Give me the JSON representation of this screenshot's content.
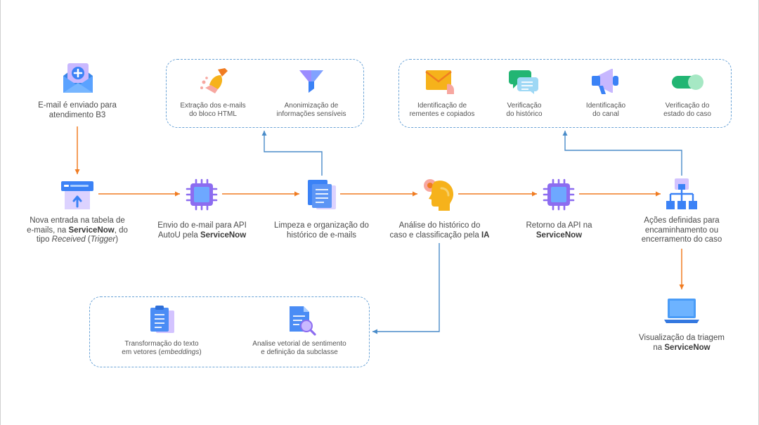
{
  "colors": {
    "arrow_main": "#f07c22",
    "arrow_feedback": "#4a8cc9",
    "group_border": "#6aa3d6",
    "chip_purple": "#8c6cf0",
    "icon_blue": "#3b82f6",
    "text": "#4b4b4b"
  },
  "nodes": {
    "email_sent": {
      "icon": "email-plus-icon",
      "lines": [
        "E-mail é enviado para",
        "atendimento B3"
      ]
    },
    "new_entry": {
      "icon": "browser-upload-icon",
      "line1": "Nova entrada na tabela de",
      "line2_pre": "e-mails, na ",
      "line2_bold": "ServiceNow",
      "line2_post": ", do",
      "line3_pre": "tipo ",
      "line3_italic1": "Received",
      "line3_mid": " (",
      "line3_italic2": "Trigger",
      "line3_post": ")"
    },
    "send_api": {
      "icon": "chip-icon",
      "line1": "Envio do e-mail para API",
      "line2_pre": "AutoU pela ",
      "line2_bold": "ServiceNow"
    },
    "cleaning": {
      "icon": "documents-icon",
      "lines": [
        "Limpeza e organização do",
        "histórico de e-mails"
      ]
    },
    "analysis": {
      "icon": "ai-head-icon",
      "line1": "Análise do histórico do",
      "line2_pre": "caso e classificação pela ",
      "line2_bold": "IA"
    },
    "api_return": {
      "icon": "chip-icon",
      "line1": "Retorno da API na",
      "line2_bold": "ServiceNow"
    },
    "actions": {
      "icon": "hierarchy-icon",
      "lines": [
        "Ações definidas para",
        "encaminhamento ou",
        "encerramento do caso"
      ]
    },
    "visualization": {
      "icon": "laptop-icon",
      "line1": "Visualização da triagem",
      "line2_pre": "na ",
      "line2_bold": "ServiceNow"
    }
  },
  "group_preprocessing": {
    "items": [
      {
        "icon": "broom-icon",
        "lines": [
          "Extração dos e-mails",
          "do bloco HTML"
        ]
      },
      {
        "icon": "funnel-icon",
        "lines": [
          "Anonimização de",
          "informações sensíveis"
        ]
      }
    ]
  },
  "group_verification": {
    "items": [
      {
        "icon": "envelope-icon",
        "lines": [
          "Identificação de",
          "rementes e copiados"
        ]
      },
      {
        "icon": "chat-bubbles-icon",
        "lines": [
          "Verificação",
          "do histórico"
        ]
      },
      {
        "icon": "megaphone-icon",
        "lines": [
          "Identificação",
          "do canal"
        ]
      },
      {
        "icon": "toggle-icon",
        "lines": [
          "Verificação do",
          "estado do caso"
        ]
      }
    ]
  },
  "group_vector": {
    "item1": {
      "icon": "clipboard-icon",
      "line1": "Transformação do texto",
      "line2_pre": "em vetores (",
      "line2_italic": "embeddings",
      "line2_post": ")"
    },
    "item2": {
      "icon": "document-search-icon",
      "lines": [
        "Analise vetorial de sentimento",
        "e definição da subclasse"
      ]
    }
  }
}
